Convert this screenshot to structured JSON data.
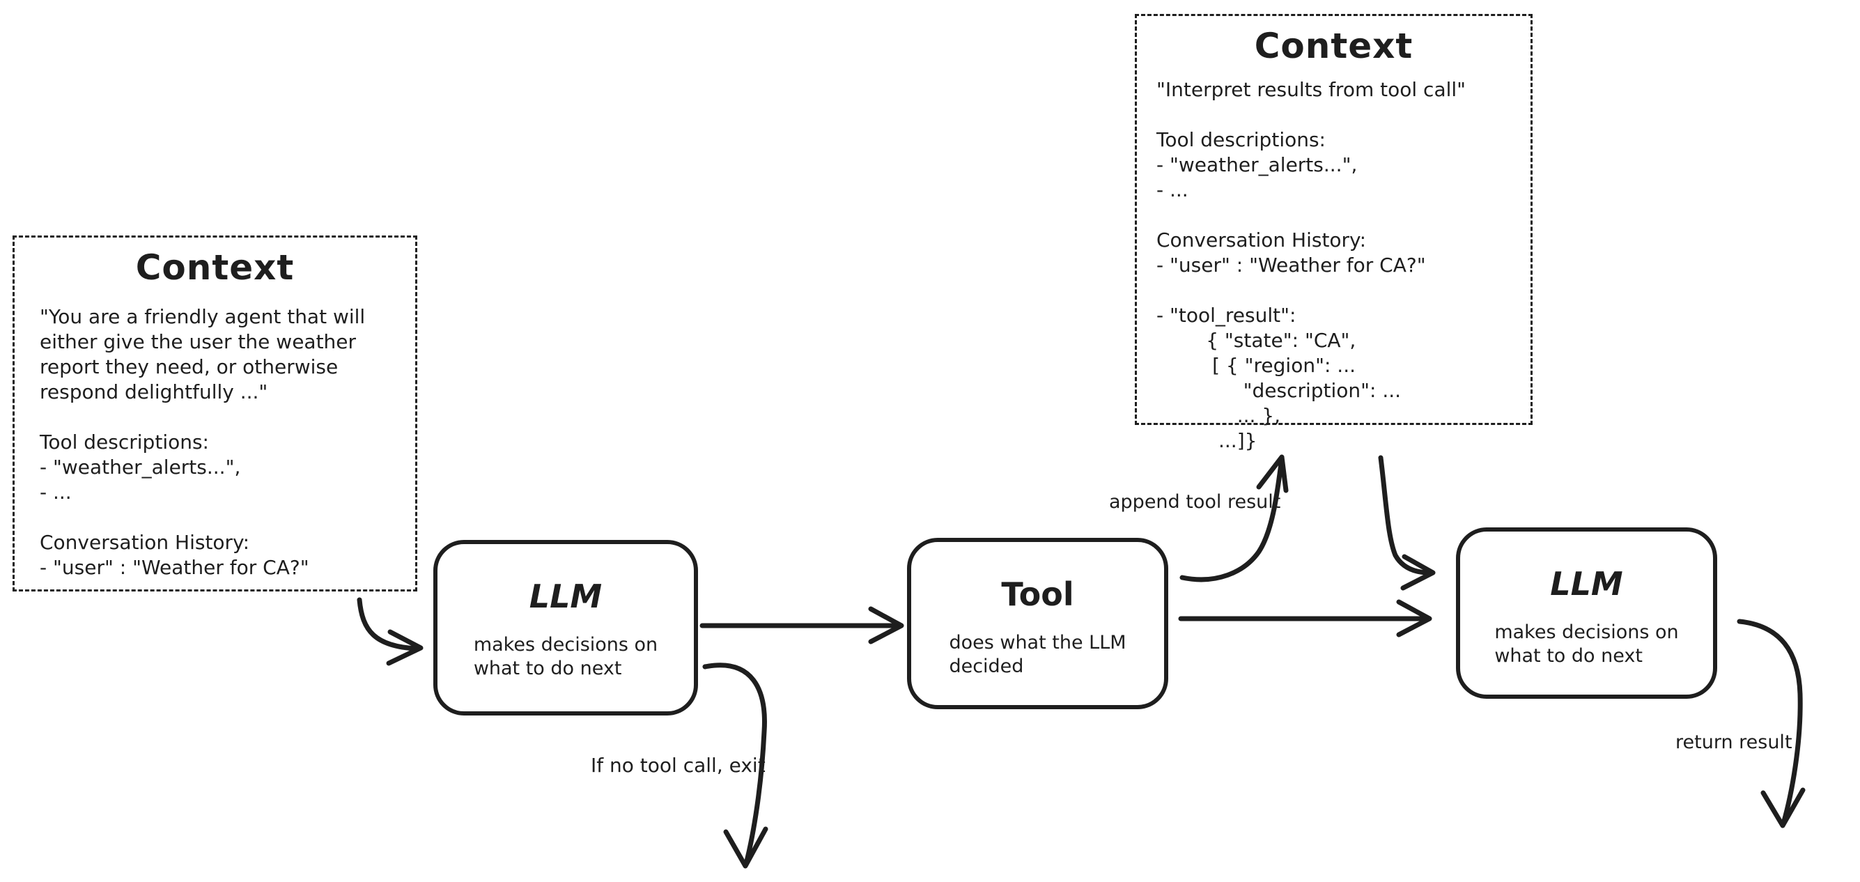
{
  "diagram": {
    "context_left": {
      "title": "Context",
      "lines": [
        "\"You are a friendly agent that will",
        "either give the user the weather",
        "report they need, or otherwise",
        "respond delightfully ...\"",
        "",
        "Tool descriptions:",
        "- \"weather_alerts...\",",
        "- ...",
        "",
        "Conversation History:",
        "- \"user\" : \"Weather for CA?\""
      ]
    },
    "context_right": {
      "title": "Context",
      "lines": [
        "\"Interpret results from tool call\"",
        "",
        "Tool descriptions:",
        "- \"weather_alerts...\",",
        "- ...",
        "",
        "Conversation History:",
        "- \"user\" : \"Weather for CA?\"",
        "",
        "- \"tool_result\":",
        "        { \"state\": \"CA\",",
        "         [ { \"region\": ...",
        "              \"description\": ...",
        "             ... },",
        "          ...]}"
      ]
    },
    "llm_node_1": {
      "title": "LLM",
      "subtitle": "makes decisions on\nwhat to do next"
    },
    "tool_node": {
      "title": "Tool",
      "subtitle": "does what the LLM\ndecided"
    },
    "llm_node_2": {
      "title": "LLM",
      "subtitle": "makes decisions on\nwhat to do next"
    },
    "labels": {
      "append_tool_result": "append tool result",
      "if_no_tool_call_exit": "If no tool call, exit",
      "return_result": "return result"
    },
    "colors": {
      "ink": "#1e1e1e",
      "background": "#ffffff"
    }
  }
}
